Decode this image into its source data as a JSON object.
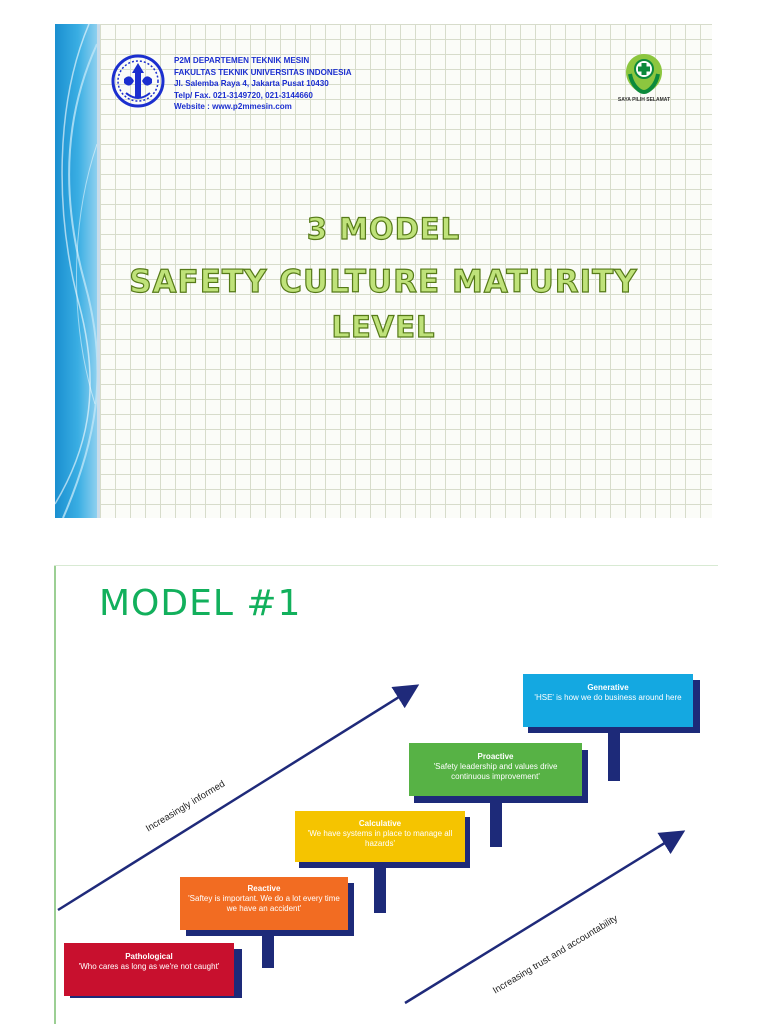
{
  "slide1": {
    "org_lines": [
      "P2M DEPARTEMEN TEKNIK MESIN",
      "FAKULTAS TEKNIK UNIVERSITAS INDONESIA",
      "Jl. Salemba Raya 4, Jakarta Pusat 10430",
      "Telp/ Fax. 021-3149720, 021-3144660",
      "Website : www.p2mmesin.com"
    ],
    "safety_logo_text": "SAYA PILIH SELAMAT",
    "title_lines": [
      "3 MODEL",
      "SAFETY CULTURE MATURITY",
      "LEVEL"
    ],
    "colors": {
      "band": "#2a9fdc",
      "title_fill": "#bfe27a",
      "title_outline": "#567a18",
      "org_text": "#1c2fcf"
    }
  },
  "slide2": {
    "title": "MODEL #1",
    "colors": {
      "title": "#12b05c",
      "arrow": "#1f2a7a",
      "step_shadow": "#1d2a79"
    },
    "steps": [
      {
        "name": "Pathological",
        "description": "'Who cares as long as we're not caught'",
        "color": "#c8102e"
      },
      {
        "name": "Reactive",
        "description": "'Saftey is important. We do a lot every time we have an accident'",
        "color": "#f26c22"
      },
      {
        "name": "Calculative",
        "description": "'We have systems in place to manage all hazards'",
        "color": "#f5c400"
      },
      {
        "name": "Proactive",
        "description": "'Safety leadership and values drive continuous improvement'",
        "color": "#57b245"
      },
      {
        "name": "Generative",
        "description": "'HSE' is how we do business around here",
        "color": "#14a8e1"
      }
    ],
    "arrow_labels": {
      "informed": "Increasingly informed",
      "trust": "Increasing trust and accountability"
    }
  }
}
